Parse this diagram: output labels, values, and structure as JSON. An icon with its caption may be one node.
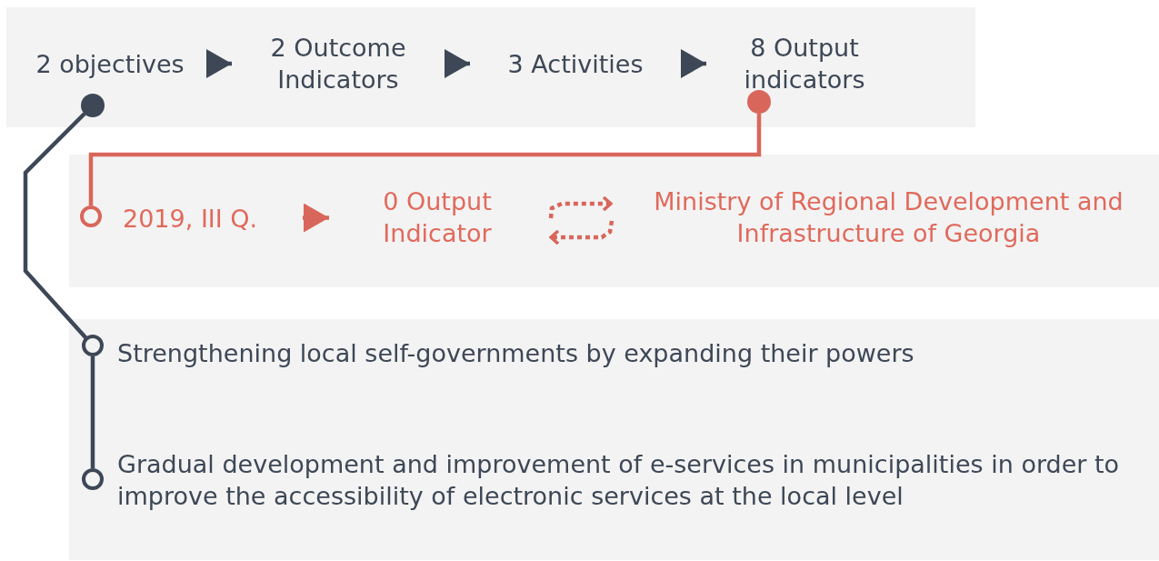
{
  "diagram": {
    "nodes": [
      {
        "text": [],
        "shape": "box"
      },
      {
        "text": [
          "2 objectives"
        ],
        "in": 0
      },
      {
        "text": [
          "2 Outcome Indicators"
        ],
        "in": 0
      },
      {
        "text": [
          "3 Activities"
        ],
        "in": 0
      },
      {
        "text": [
          "8 Output indicators"
        ],
        "in": 0
      },
      {
        "text": [],
        "shape": "circle",
        "in": 0
      },
      {
        "text": [],
        "shape": "circle",
        "in": 0
      },
      {
        "text": [],
        "shape": "box"
      },
      {
        "text": [],
        "shape": "circle",
        "in": 7
      },
      {
        "text": [
          "2019, III Q."
        ],
        "in": 7
      },
      {
        "text": [
          "0 Output Indicator"
        ],
        "in": 7
      },
      {
        "text": [
          "Ministry of Regional Development and Infrastructure of Georgia"
        ],
        "in": 7
      },
      {
        "text": [],
        "shape": "box"
      },
      {
        "text": [],
        "shape": "circle",
        "in": 12
      },
      {
        "text": [
          "Strengthening local self-governments by expanding their powers"
        ],
        "in": 12
      },
      {
        "text": [],
        "shape": "circle",
        "in": 12
      },
      {
        "text": [
          "Gradual development and improvement of e-services in municipalities in order to improve the accessibility of electronic services at the local level"
        ],
        "in": 12
      }
    ],
    "edges": [
      {
        "from": 1,
        "to": 2,
        "arrow": "to",
        "color": "#3d4756"
      },
      {
        "from": 2,
        "to": 3,
        "arrow": "to",
        "color": "#3d4756"
      },
      {
        "from": 3,
        "to": 4,
        "arrow": "to",
        "color": "#3d4756"
      },
      {
        "from": 6,
        "to": 8,
        "arrow": "none",
        "color": "#d9665b"
      },
      {
        "from": 9,
        "to": 10,
        "arrow": "to",
        "color": "#d9665b"
      },
      {
        "from": 10,
        "to": 11,
        "arrow": "to",
        "style": "dashed",
        "color": "#d9665b"
      },
      {
        "from": 11,
        "to": 10,
        "arrow": "to",
        "style": "dashed",
        "color": "#d9665b"
      },
      {
        "from": 5,
        "to": 13,
        "arrow": "none",
        "color": "#3d4756"
      },
      {
        "from": 13,
        "to": 15,
        "arrow": "none",
        "color": "#3d4756"
      }
    ]
  }
}
